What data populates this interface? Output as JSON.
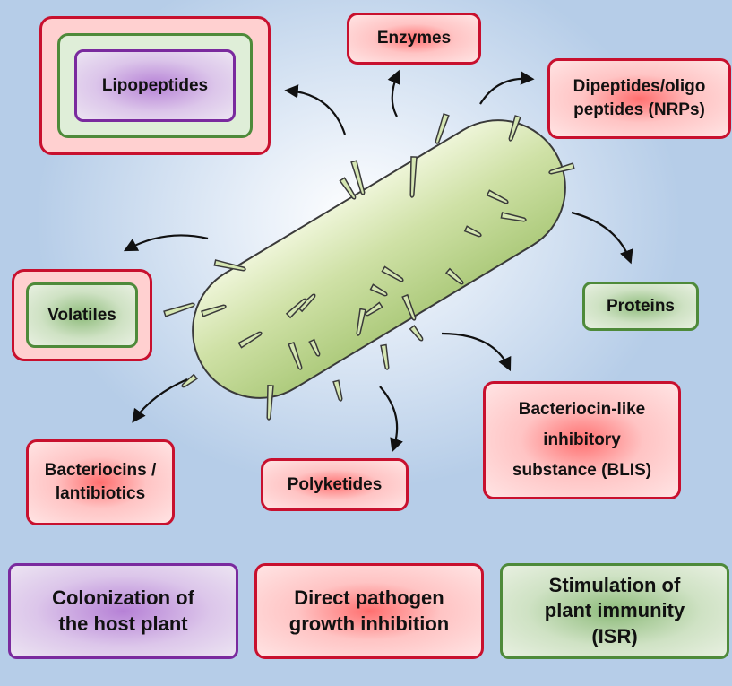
{
  "labels": {
    "lipopeptides": "Lipopeptides",
    "enzymes": "Enzymes",
    "dipeptides_line1": "Dipeptides/oligo",
    "dipeptides_line2": "peptides (NRPs)",
    "volatiles": "Volatiles",
    "proteins": "Proteins",
    "bacteriocins_line1": "Bacteriocins /",
    "bacteriocins_line2": "lantibiotics",
    "polyketides": "Polyketides",
    "blis_line1": "Bacteriocin-like",
    "blis_line2": "inhibitory",
    "blis_line3": "substance (BLIS)"
  },
  "legend": {
    "colonization_line1": "Colonization of",
    "colonization_line2": "the host plant",
    "direct_line1": "Direct pathogen",
    "direct_line2": "growth inhibition",
    "immunity_line1": "Stimulation of",
    "immunity_line2": "plant immunity",
    "immunity_line3": "(ISR)"
  },
  "colors": {
    "red_border": "#c8102e",
    "green_border": "#4e8a3a",
    "purple_border": "#7a2a9e",
    "bacterium_fill": "#cfe1a6",
    "bacterium_stroke": "#3a3a3a"
  }
}
